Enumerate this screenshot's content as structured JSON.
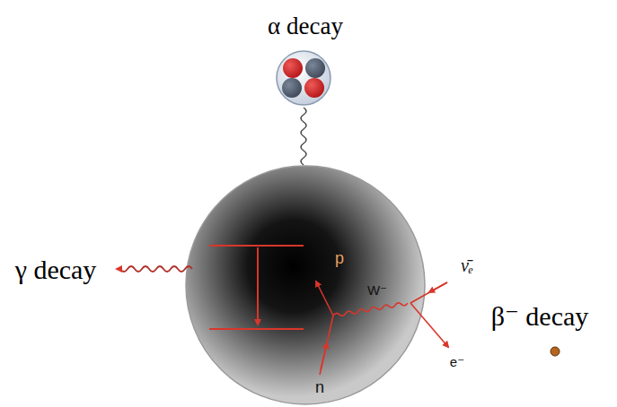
{
  "diagram": {
    "labels": [
      "α decay",
      "γ decay",
      "p",
      "W⁻",
      "ν̄ₑ",
      "β⁻ decay",
      "e⁻",
      "n"
    ]
  }
}
